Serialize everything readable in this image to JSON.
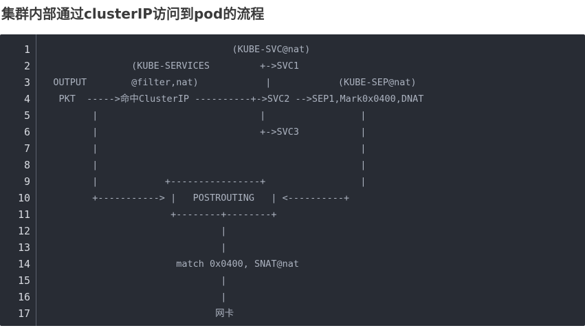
{
  "heading": "集群内部通过clusterIP访问到pod的流程",
  "code_block": {
    "line_numbers": [
      "1",
      "2",
      "3",
      "4",
      "5",
      "6",
      "7",
      "8",
      "9",
      "10",
      "11",
      "12",
      "13",
      "14",
      "15",
      "16",
      "17"
    ],
    "lines": [
      "                                   (KUBE-SVC@nat)",
      "                 (KUBE-SERVICES         +->SVC1",
      "   OUTPUT        @filter,nat)            |            (KUBE-SEP@nat)",
      "    PKT  ----->命中ClusterIP ----------+->SVC2 -->SEP1,Mark0x0400,DNAT",
      "          |                             |                 |",
      "          |                             +->SVC3           |",
      "          |                                               |",
      "          |                                               |",
      "          |            +----------------+                 |",
      "          +-----------> |   POSTROUTING   | <----------+",
      "                        +--------+--------+",
      "                                 |",
      "                                 |",
      "                         match 0x0400, SNAT@nat",
      "                                 |",
      "                                 |",
      "                                网卡"
    ]
  }
}
